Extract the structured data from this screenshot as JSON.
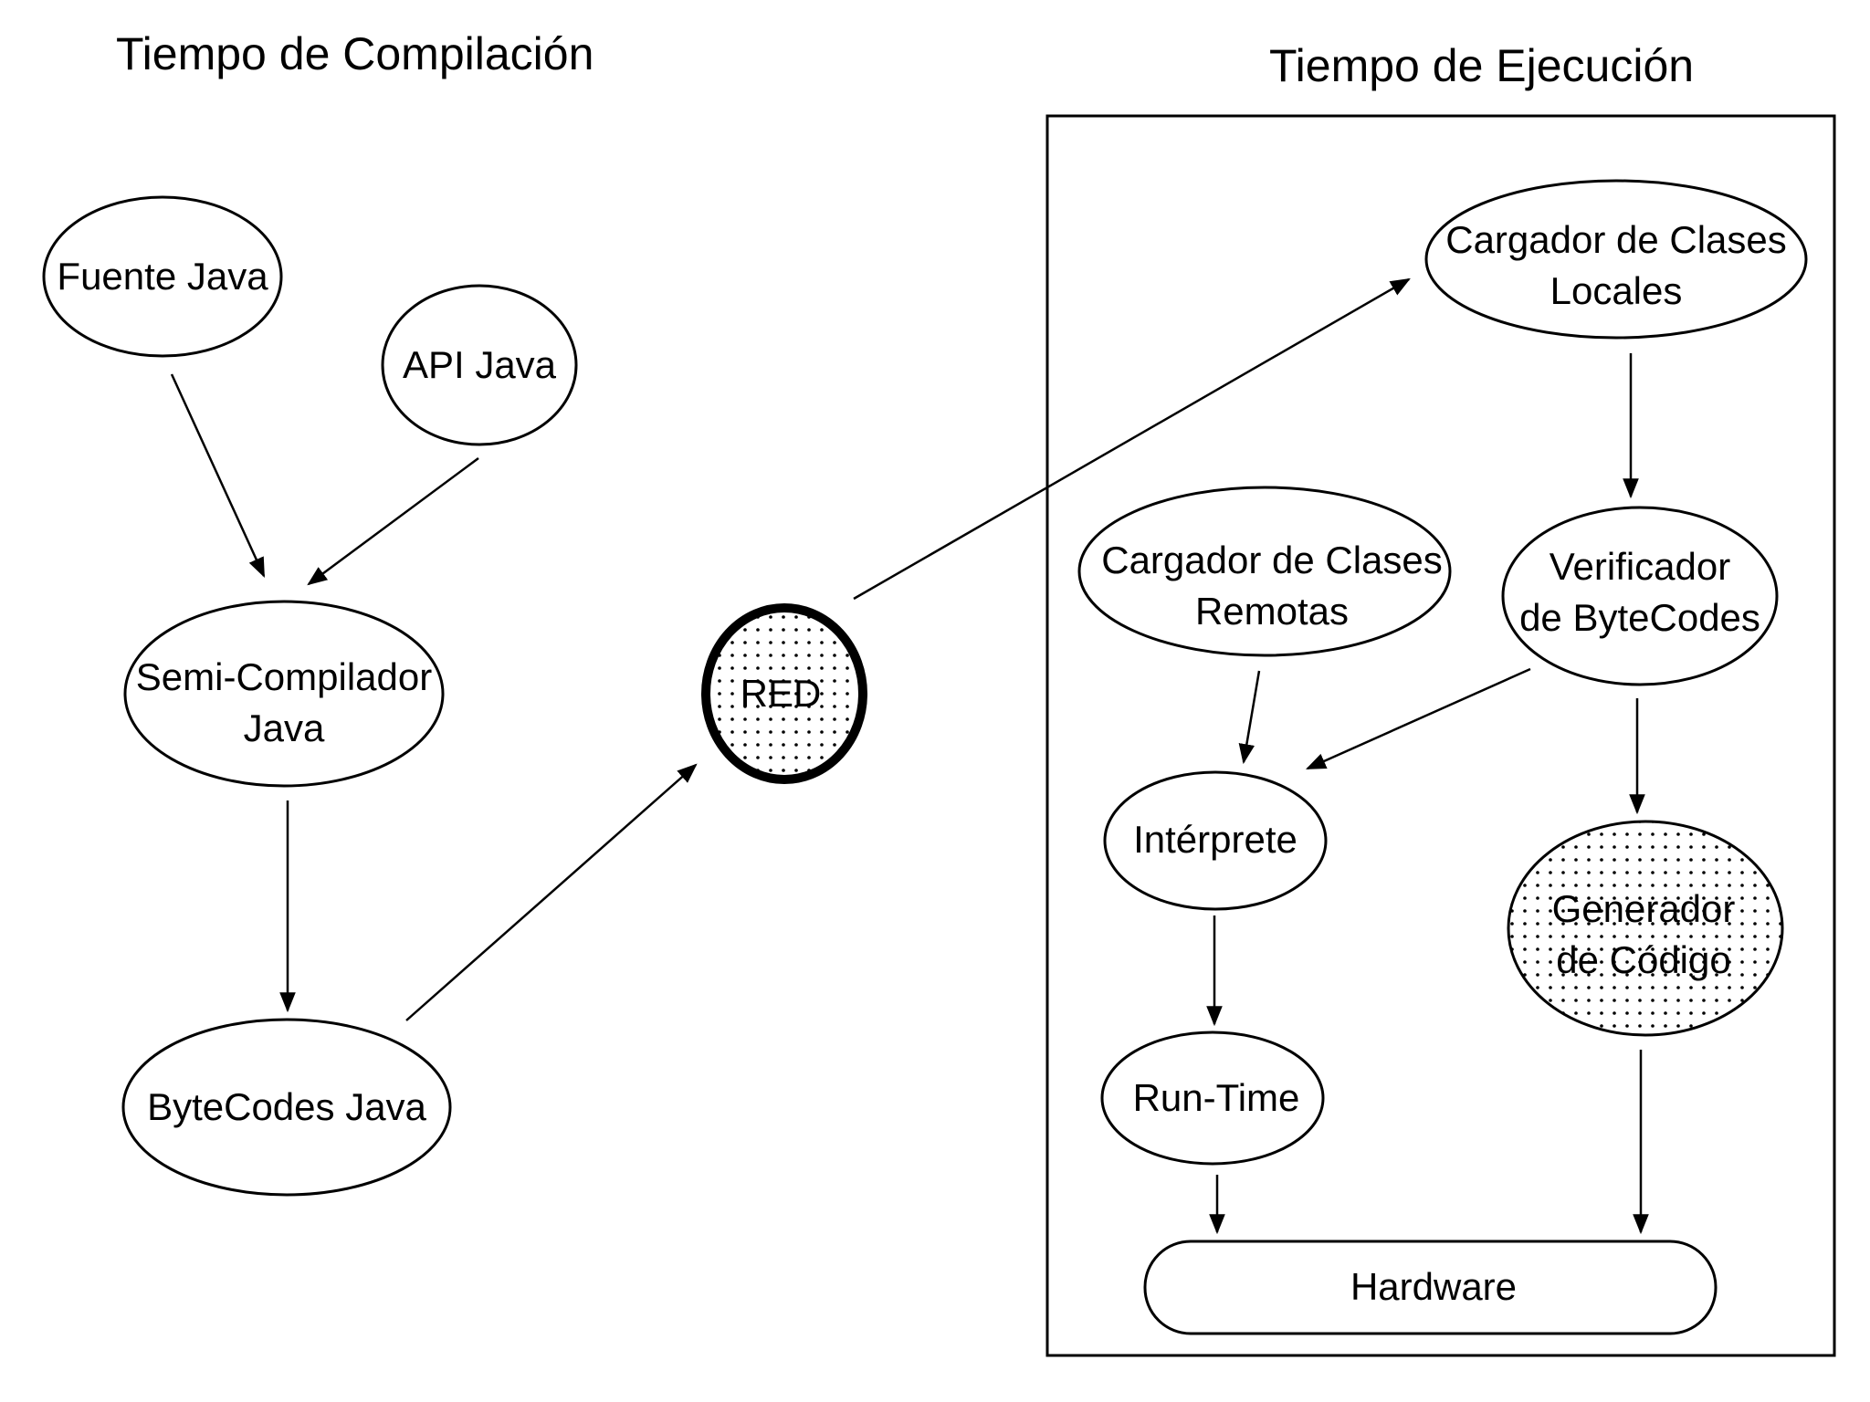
{
  "titles": {
    "compile_time": "Tiempo de Compilación",
    "run_time": "Tiempo de Ejecución"
  },
  "nodes": {
    "fuente_java": [
      "Fuente Java"
    ],
    "api_java": [
      "API Java"
    ],
    "semi_compilador": [
      "Semi-Compilador",
      "Java"
    ],
    "bytecodes_java": [
      "ByteCodes Java"
    ],
    "red": [
      "RED"
    ],
    "cargador_locales": [
      "Cargador de Clases",
      "Locales"
    ],
    "cargador_remotas": [
      "Cargador de Clases",
      "Remotas"
    ],
    "verificador": [
      "Verificador",
      "de ByteCodes"
    ],
    "interprete": [
      "Intérprete"
    ],
    "generador": [
      "Generador",
      "de Código"
    ],
    "run_time": [
      "Run-Time"
    ],
    "hardware": [
      "Hardware"
    ]
  },
  "colors": {
    "ink": "#000000",
    "background": "#ffffff"
  }
}
